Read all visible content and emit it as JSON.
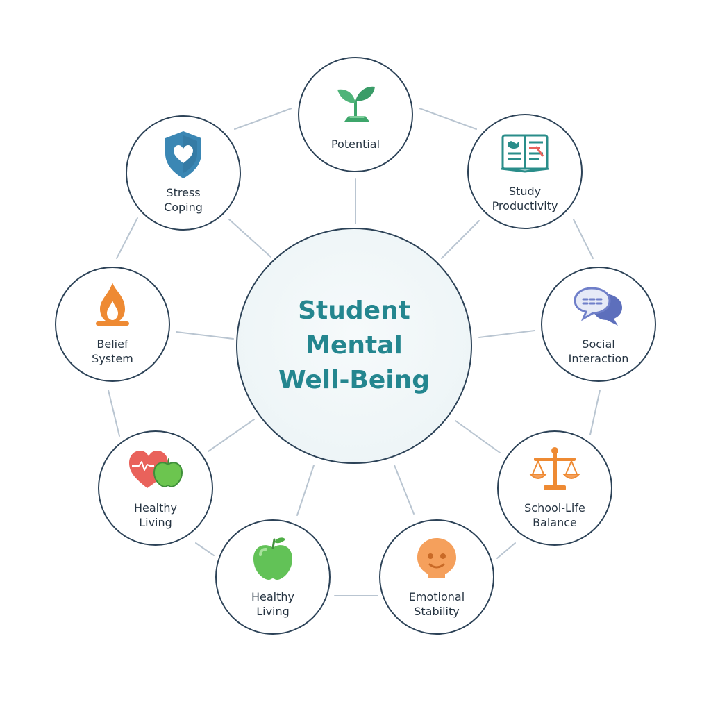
{
  "hub": {
    "lines": [
      "Student",
      "Mental",
      "Well-Being"
    ],
    "color": "#24868f"
  },
  "nodes": [
    {
      "id": "potential",
      "lines": [
        "Potential"
      ],
      "icon": "sprout-icon",
      "color": "#3ea66b"
    },
    {
      "id": "study-productivity",
      "lines": [
        "Study",
        "Productivity"
      ],
      "icon": "open-book-icon",
      "color": "#2a8d8a"
    },
    {
      "id": "social-interaction",
      "lines": [
        "Social",
        "Interaction"
      ],
      "icon": "chat-bubbles-icon",
      "color": "#6f7fc9"
    },
    {
      "id": "school-life-balance",
      "lines": [
        "School-Life",
        "Balance"
      ],
      "icon": "balance-scale-icon",
      "color": "#ee8a33"
    },
    {
      "id": "emotional-stability",
      "lines": [
        "Emotional",
        "Stability"
      ],
      "icon": "smiley-face-icon",
      "color": "#f5a05c"
    },
    {
      "id": "healthy-living-apple",
      "lines": [
        "Healthy",
        "Living"
      ],
      "icon": "apple-icon",
      "color": "#62c257"
    },
    {
      "id": "healthy-living-heart",
      "lines": [
        "Healthy",
        "Living"
      ],
      "icon": "heart-apple-icon",
      "color": "#e9625b"
    },
    {
      "id": "belief-system",
      "lines": [
        "Belief",
        "System"
      ],
      "icon": "flame-icon",
      "color": "#ee8a33"
    },
    {
      "id": "stress-coping",
      "lines": [
        "Stress",
        "Coping"
      ],
      "icon": "shield-icon",
      "color": "#3b87b4"
    }
  ],
  "colors": {
    "outline": "#2c4257",
    "connector": "#b9c5d1",
    "text": "#263442"
  }
}
